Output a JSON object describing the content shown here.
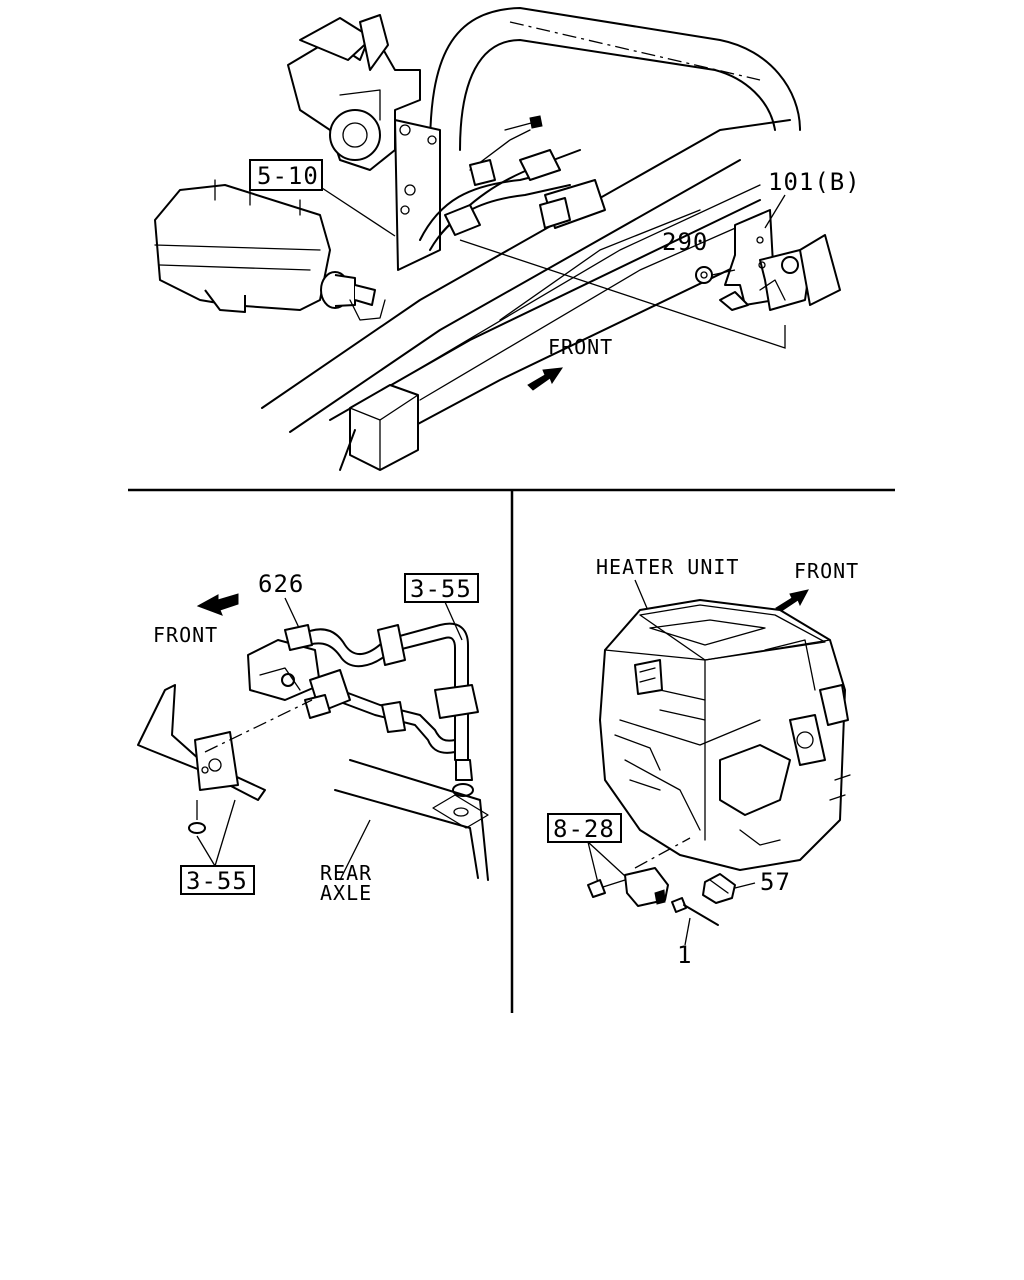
{
  "top_view": {
    "ref_box": "5-10",
    "part_bracket": "101(B)",
    "part_nut": "290",
    "direction": "FRONT"
  },
  "bottom_left_view": {
    "part_hose": "626",
    "ref_box_upper": "3-55",
    "ref_box_lower": "3-55",
    "direction": "FRONT",
    "axle_line1": "REAR",
    "axle_line2": "AXLE"
  },
  "bottom_right_view": {
    "unit_label": "HEATER UNIT",
    "direction": "FRONT",
    "ref_box": "8-28",
    "part_sensor": "1",
    "part_clip": "57"
  },
  "icons": [
    "front-arrow-icon"
  ]
}
